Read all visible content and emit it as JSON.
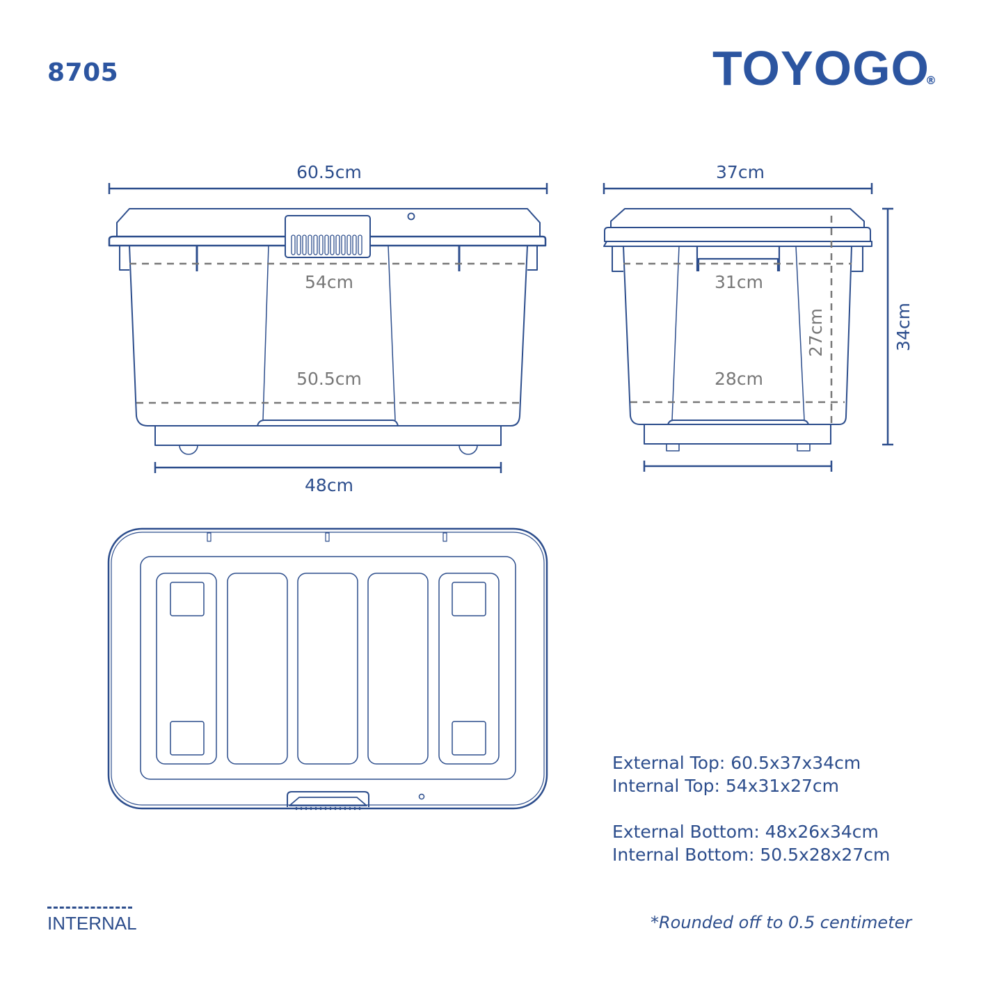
{
  "header": {
    "model_number": "8705",
    "brand": "TOYOGO",
    "registered_mark": "®"
  },
  "front_view": {
    "top_width_label": "60.5cm",
    "internal_top_label": "54cm",
    "internal_bottom_label": "50.5cm",
    "bottom_width_label": "48cm"
  },
  "side_view": {
    "top_width_label": "37cm",
    "internal_top_label": "31cm",
    "internal_bottom_label": "28cm",
    "internal_height_label": "27cm",
    "external_height_label": "34cm"
  },
  "top_view": {
    "compartments": 5
  },
  "specs": [
    {
      "label": "External Top: 60.5x37x34cm"
    },
    {
      "label": "Internal Top: 54x31x27cm"
    },
    {
      "label": "External Bottom: 48x26x34cm"
    },
    {
      "label": "Internal Bottom: 50.5x28x27cm"
    }
  ],
  "legend": {
    "internal_label": "INTERNAL"
  },
  "footnote": "*Rounded off to 0.5 centimeter",
  "colors": {
    "primary_blue": "#2c55a0",
    "line_blue": "#2c4d8c",
    "internal_gray": "#777777"
  }
}
